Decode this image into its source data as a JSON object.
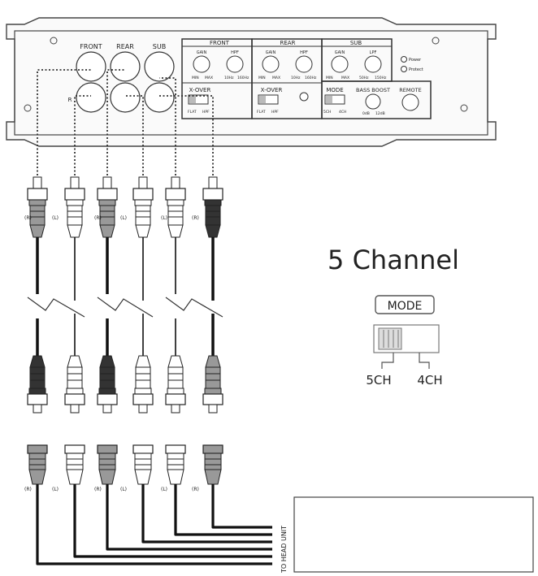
{
  "amplifier": {
    "inputs": {
      "front": "FRONT",
      "rear": "REAR",
      "sub": "SUB",
      "right_marker": "R"
    },
    "front_panel": {
      "title": "FRONT",
      "gain": "GAIN",
      "hpf": "HPF",
      "min": "MIN",
      "max": "MAX",
      "f_low": "10Hz",
      "f_high": "160Hz",
      "xover": "X-OVER",
      "flat": "FLAT",
      "hpf_pos": "HPF"
    },
    "rear_panel": {
      "title": "REAR",
      "gain": "GAIN",
      "hpf": "HPF",
      "min": "MIN",
      "max": "MAX",
      "f_low": "10Hz",
      "f_high": "160Hz",
      "xover": "X-OVER",
      "flat": "FLAT",
      "hpf_pos": "HPF"
    },
    "sub_panel": {
      "title": "SUB",
      "gain": "GAIN",
      "lpf": "LPF",
      "min": "MIN",
      "max": "MAX",
      "f_low": "50Hz",
      "f_high": "150Hz",
      "mode": "MODE",
      "ch5": "5CH",
      "ch4": "4CH",
      "bass_boost": "BASS BOOST",
      "bb_low": "0dB",
      "bb_high": "12dB",
      "remote": "REMOTE"
    },
    "leds": {
      "power": "Power",
      "protect": "Protect"
    }
  },
  "plugs_top": [
    "(R)",
    "(L)",
    "(R)",
    "(L)",
    "(L)",
    "(R)"
  ],
  "plugs_bottom": [
    "(R)",
    "(L)",
    "(R)",
    "(L)",
    "(L)",
    "(R)"
  ],
  "title": "5 Channel",
  "mode_switch": {
    "label": "MODE",
    "ch5": "5CH",
    "ch4": "4CH",
    "selected": "5CH"
  },
  "head_unit": {
    "label": "TO HEAD UNIT"
  }
}
